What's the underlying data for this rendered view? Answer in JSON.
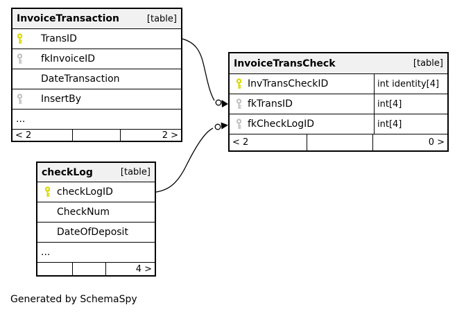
{
  "diagram": {
    "caption": "Generated by SchemaSpy",
    "colors": {
      "background": "#ffffff",
      "header_bg": "#f1f1f1",
      "row_bg": "#ffffff",
      "border": "#000000",
      "relationship_line": "#000000",
      "primary_key": "#d9d900",
      "foreign_key": "#c2c2c2"
    },
    "tables": [
      {
        "name": "InvoiceTransaction",
        "tag": "[table]",
        "columns": [
          {
            "name": "TransID",
            "icon": "primary-key-icon"
          },
          {
            "name": "fkInvoiceID",
            "icon": "foreign-key-icon"
          },
          {
            "name": "DateTransaction",
            "icon": ""
          },
          {
            "name": "InsertBy",
            "icon": "foreign-key-icon"
          },
          {
            "name": "...",
            "icon": ""
          }
        ],
        "footer": {
          "left": "< 2",
          "middle": "",
          "right": "2 >"
        }
      },
      {
        "name": "InvoiceTransCheck",
        "tag": "[table]",
        "columns": [
          {
            "name": "InvTransCheckID",
            "icon": "primary-key-icon",
            "type": "int identity[4]"
          },
          {
            "name": "fkTransID",
            "icon": "foreign-key-icon",
            "type": "int[4]"
          },
          {
            "name": "fkCheckLogID",
            "icon": "foreign-key-icon",
            "type": "int[4]"
          }
        ],
        "footer": {
          "left": "< 2",
          "middle": "",
          "right": "0 >"
        }
      },
      {
        "name": "checkLog",
        "tag": "[table]",
        "columns": [
          {
            "name": "checkLogID",
            "icon": "primary-key-icon"
          },
          {
            "name": "CheckNum",
            "icon": ""
          },
          {
            "name": "DateOfDeposit",
            "icon": ""
          },
          {
            "name": "...",
            "icon": ""
          }
        ],
        "footer": {
          "left": "",
          "middle": "",
          "right": "4 >"
        }
      }
    ],
    "relationships": [
      {
        "from_table": "InvoiceTransaction",
        "from_column": "TransID",
        "to_table": "InvoiceTransCheck",
        "to_column": "fkTransID"
      },
      {
        "from_table": "checkLog",
        "from_column": "checkLogID",
        "to_table": "InvoiceTransCheck",
        "to_column": "fkCheckLogID"
      }
    ]
  }
}
